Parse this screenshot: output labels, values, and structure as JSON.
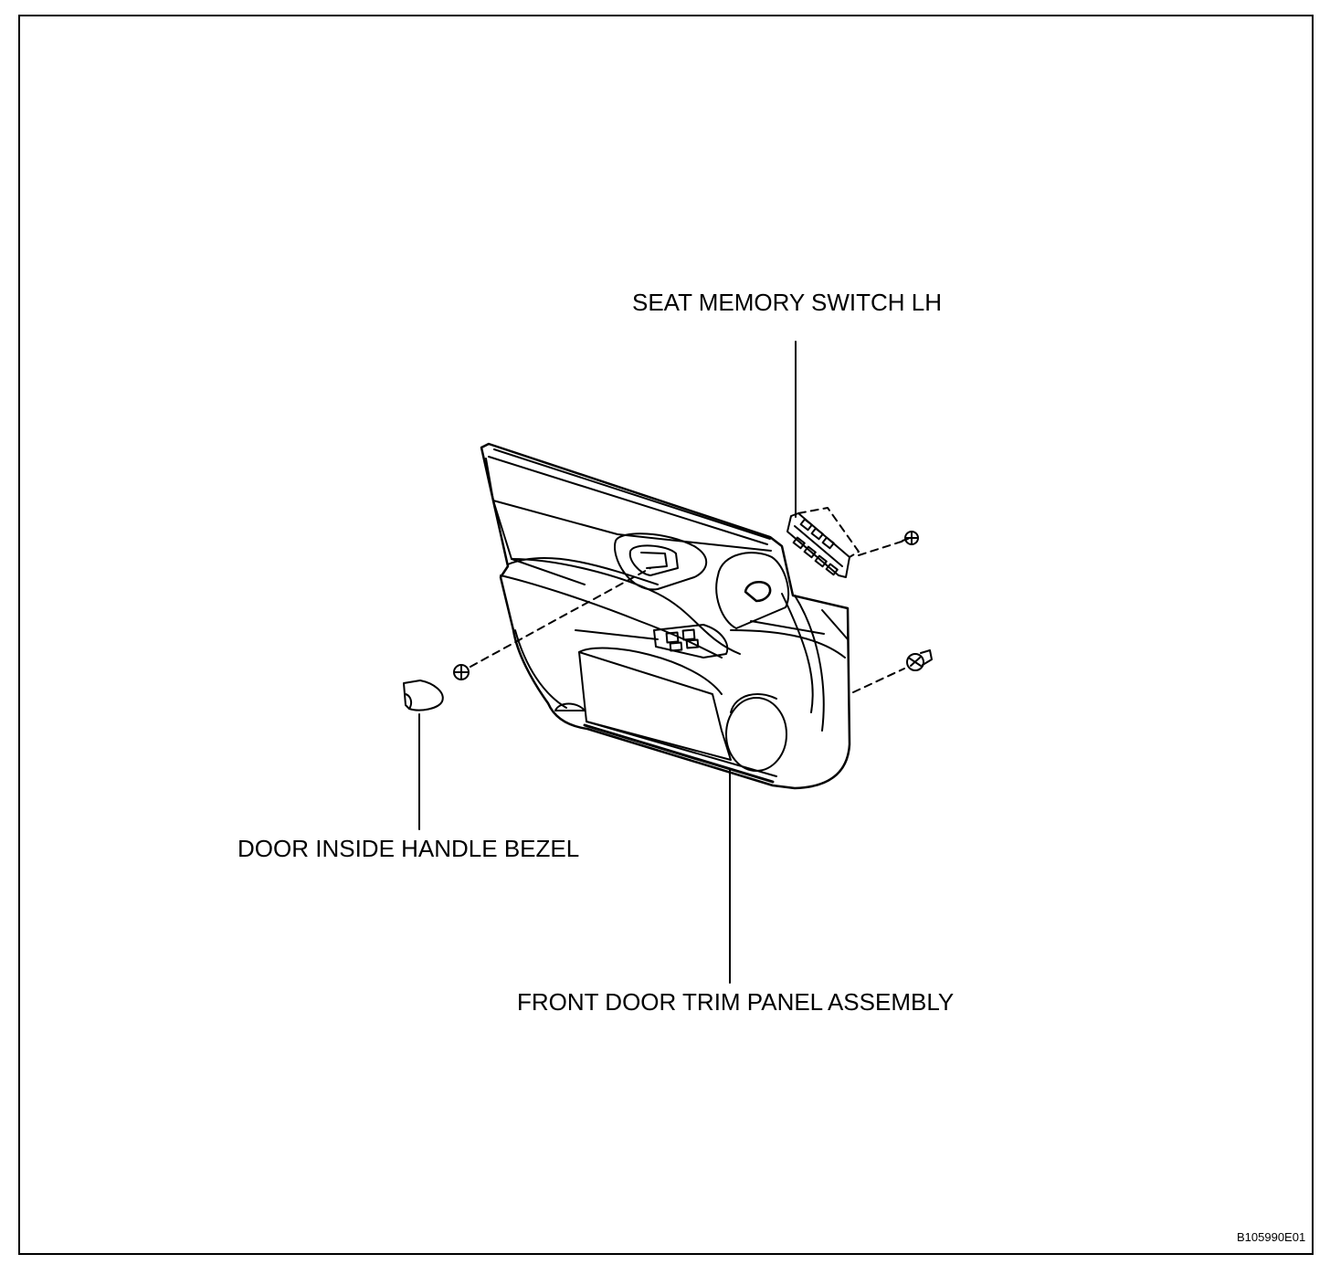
{
  "labels": {
    "seat_memory_switch": "SEAT MEMORY SWITCH LH",
    "door_inside_handle_bezel": "DOOR INSIDE HANDLE BEZEL",
    "front_door_trim_panel": "FRONT DOOR TRIM PANEL ASSEMBLY"
  },
  "figure_code": "B105990E01",
  "colors": {
    "line": "#000000",
    "background": "#ffffff"
  }
}
